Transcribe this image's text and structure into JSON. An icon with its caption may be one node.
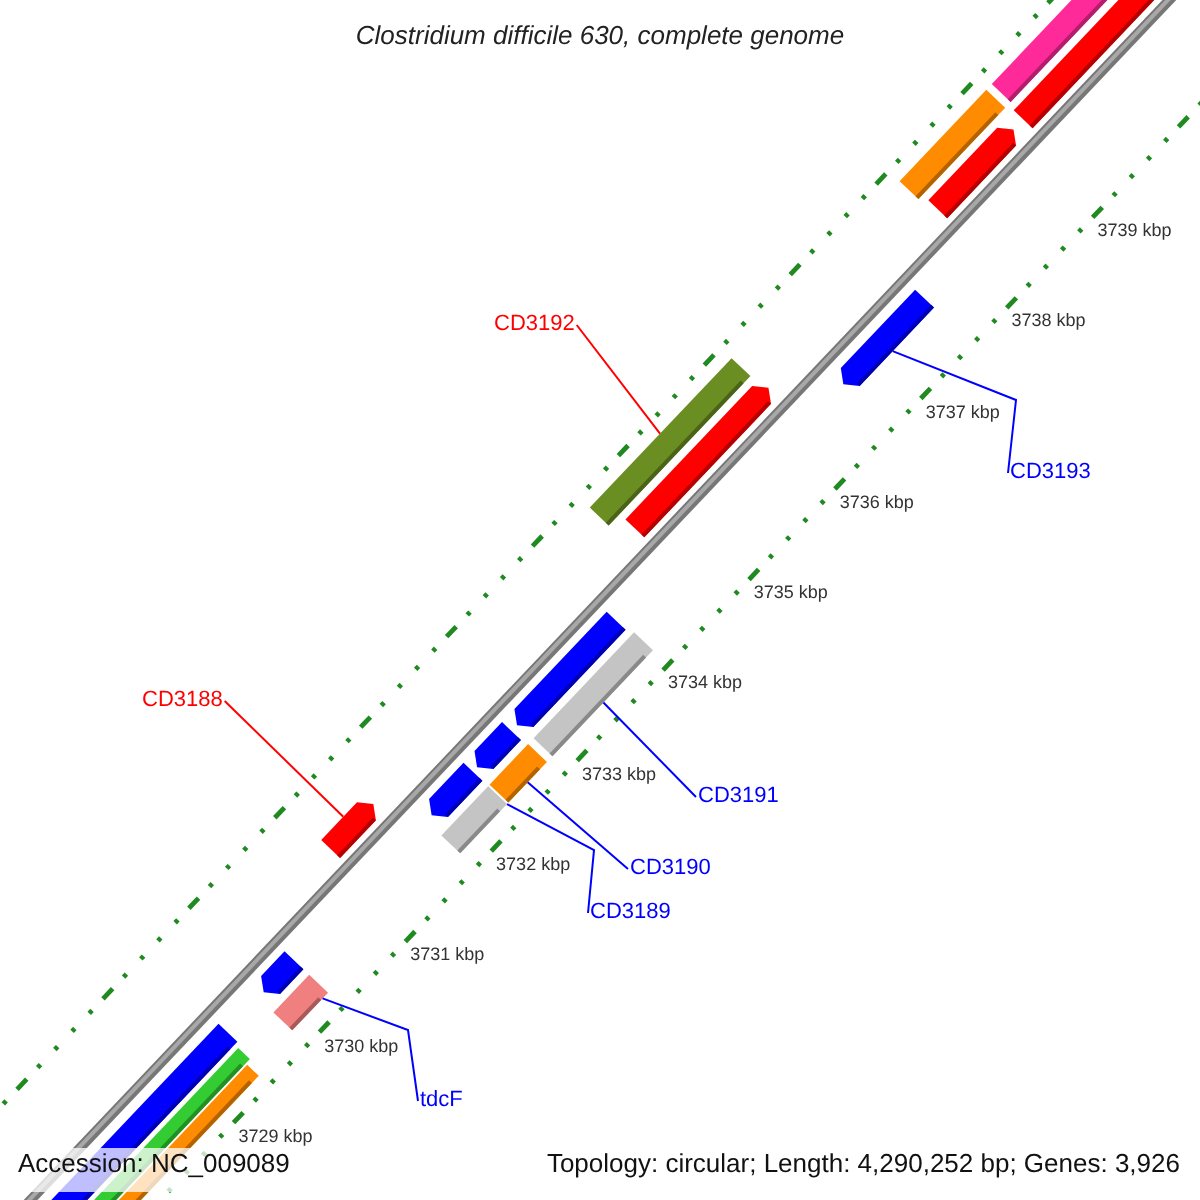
{
  "diagram": {
    "title": "Clostridium difficile 630, complete genome",
    "nodes": [
      {
        "text": [
          "CD3192"
        ]
      },
      {
        "text": [
          "CD3193"
        ]
      },
      {
        "text": [
          "CD3188"
        ]
      },
      {
        "text": [
          "CD3191"
        ]
      },
      {
        "text": [
          "CD3190"
        ]
      },
      {
        "text": [
          "CD3189"
        ]
      },
      {
        "text": [
          "tdcF"
        ]
      },
      {
        "text": [],
        "shape": "bar"
      },
      {
        "text": [],
        "shape": "bar"
      },
      {
        "text": [],
        "shape": "bar"
      },
      {
        "text": [],
        "shape": "bar"
      },
      {
        "text": [],
        "shape": "bar"
      },
      {
        "text": [],
        "shape": "bar"
      },
      {
        "text": [],
        "shape": "bar"
      }
    ],
    "edges": [
      {
        "from": 0,
        "to": 8,
        "arrow": "none",
        "color": "#ff0000"
      },
      {
        "from": 1,
        "to": 7,
        "arrow": "none"
      },
      {
        "from": 2,
        "to": 12,
        "arrow": "none",
        "color": "#ff0000"
      },
      {
        "from": 3,
        "to": 9,
        "arrow": "none"
      },
      {
        "from": 4,
        "to": 10,
        "arrow": "none"
      },
      {
        "from": 5,
        "to": 11,
        "arrow": "none"
      },
      {
        "from": 6,
        "to": 13,
        "arrow": "none"
      }
    ],
    "labels": [
      "3739 kbp",
      "3738 kbp",
      "3737 kbp",
      "3736 kbp",
      "3735 kbp",
      "3734 kbp",
      "3733 kbp",
      "3732 kbp",
      "3731 kbp",
      "3730 kbp",
      "3729 kbp",
      "Accession: NC_009089",
      "Topology: circular; Length: 4,290,252 bp; Genes: 3,926"
    ]
  }
}
